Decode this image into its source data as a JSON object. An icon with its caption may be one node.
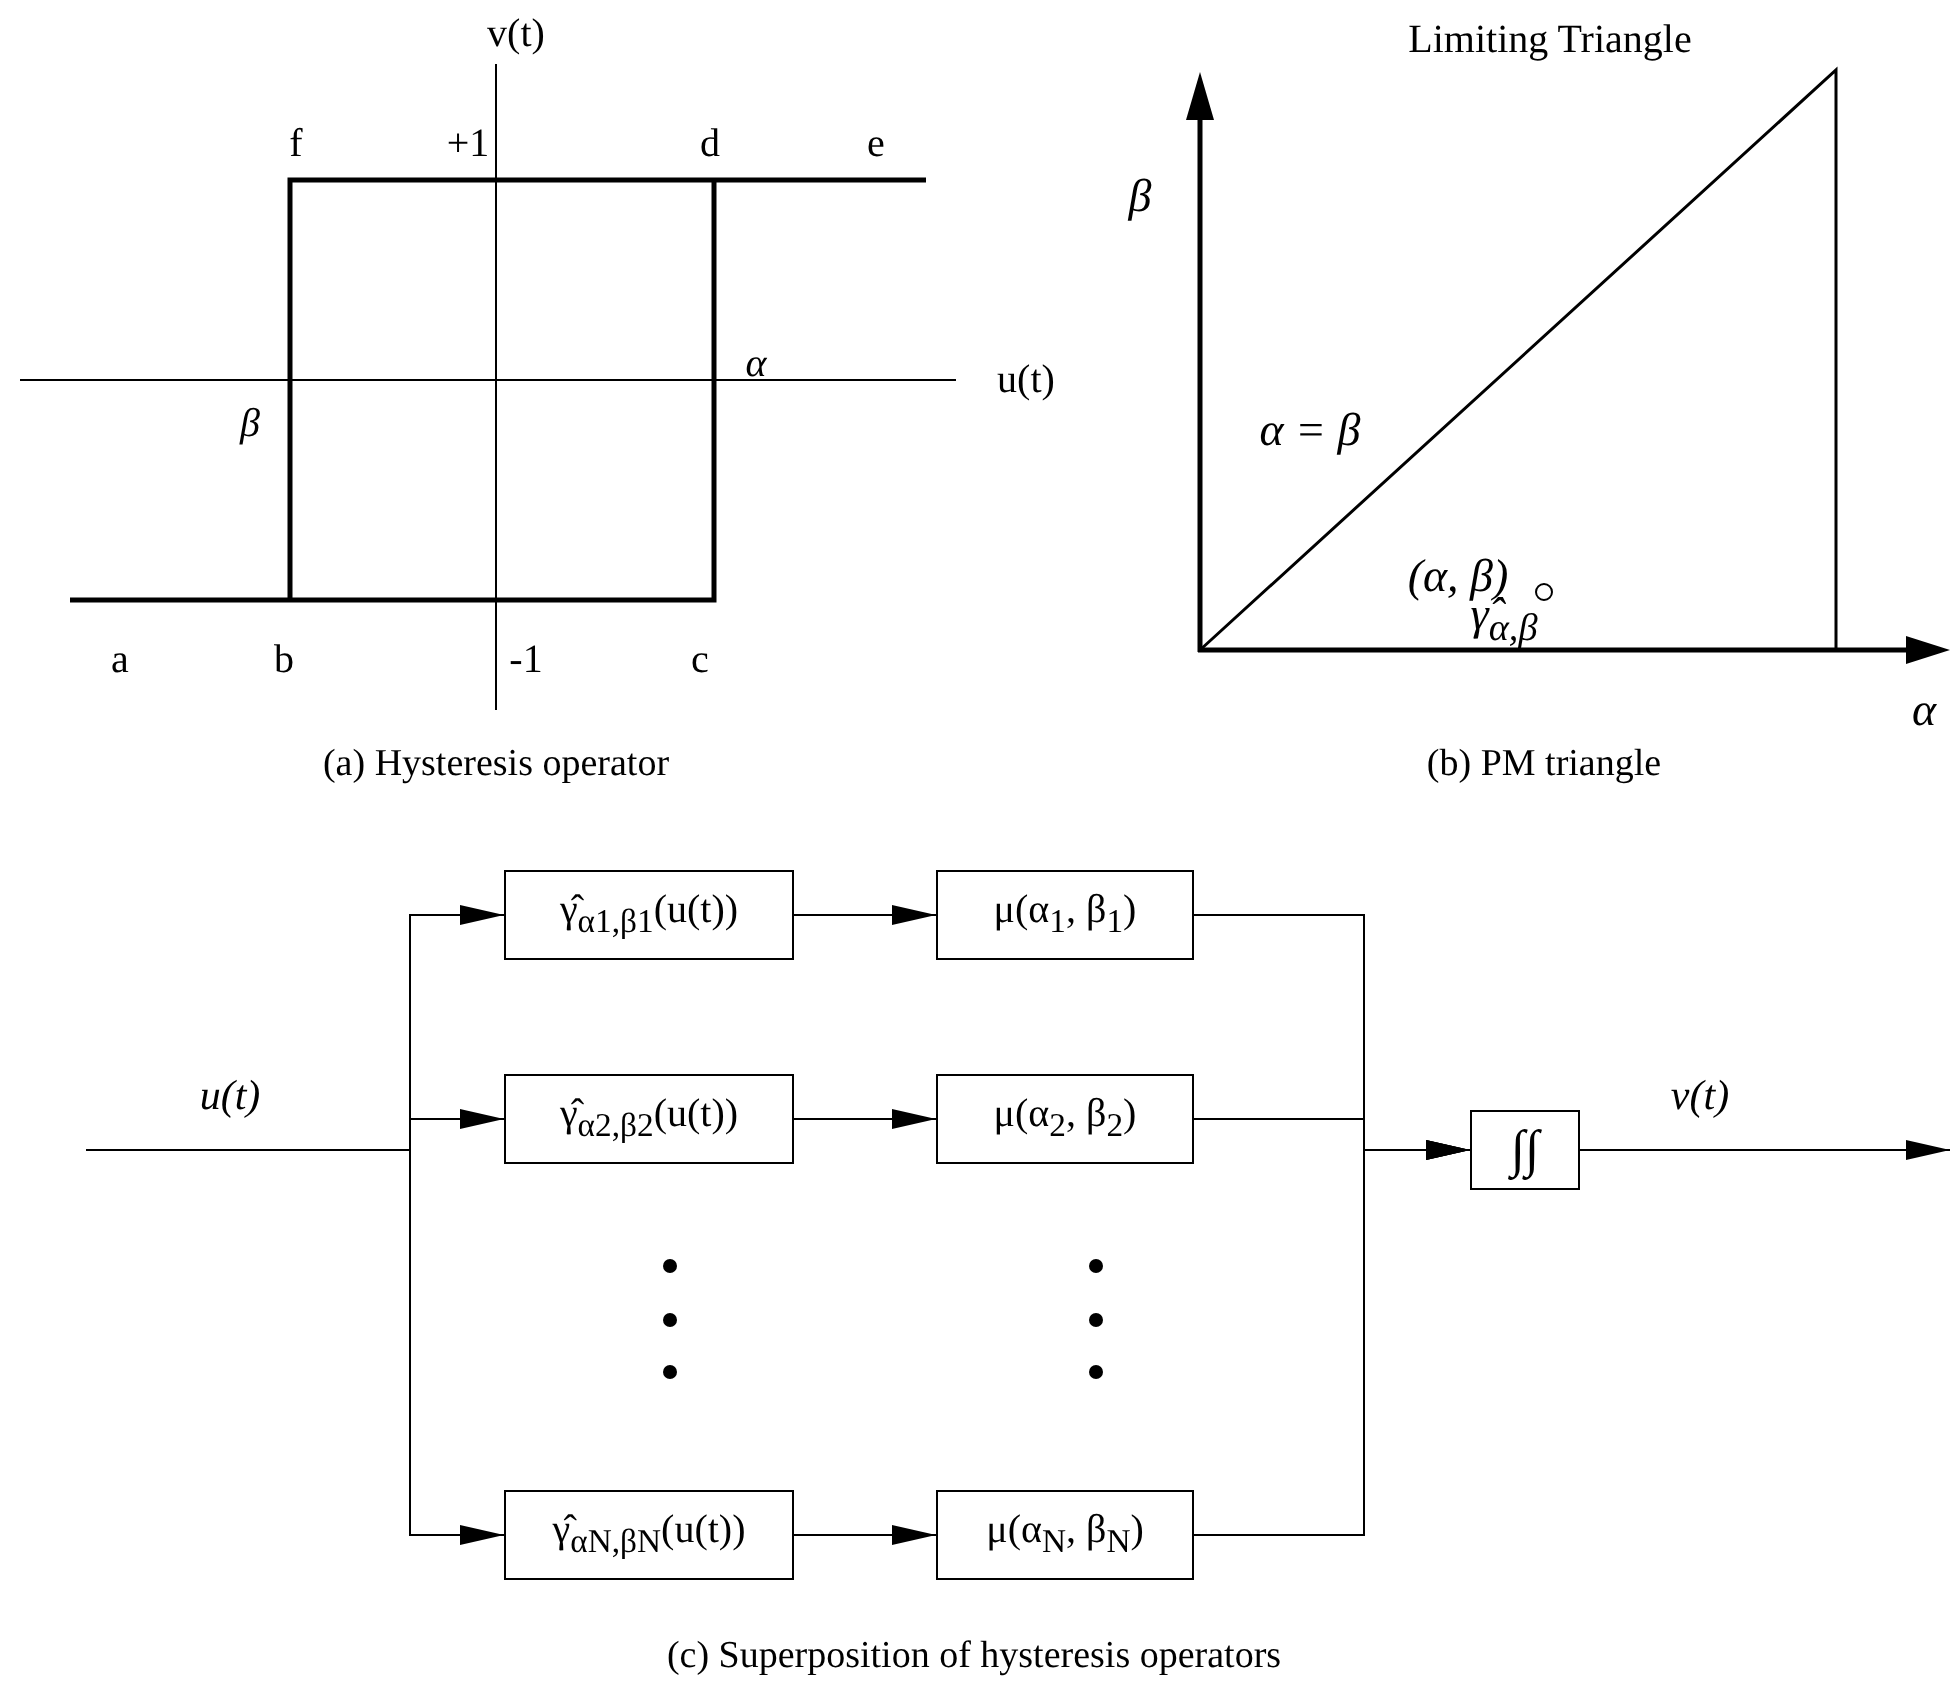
{
  "diagram": {
    "nodes": [
      {
        "text": [
          "γ̂$_{α1,β1}$(u(t))"
        ]
      },
      {
        "text": [
          "μ(α$_{1}$, β$_{1}$)"
        ]
      },
      {
        "text": [
          "γ̂$_{α2,β2}$(u(t))"
        ]
      },
      {
        "text": [
          "μ(α$_{2}$, β$_{2}$)"
        ]
      },
      {
        "text": [
          "γ̂$_{αN,βN}$(u(t))"
        ]
      },
      {
        "text": [
          "μ(α$_{N}$, β$_{N}$)"
        ]
      },
      {
        "text": [
          "∫∫"
        ]
      }
    ],
    "edges": [
      {
        "from": null,
        "to": 0,
        "arrow": "to"
      },
      {
        "from": null,
        "to": 2,
        "arrow": "to",
        "label": "u(t)"
      },
      {
        "from": null,
        "to": 4,
        "arrow": "to"
      },
      {
        "from": 0,
        "to": 1,
        "arrow": "to"
      },
      {
        "from": 2,
        "to": 3,
        "arrow": "to"
      },
      {
        "from": 4,
        "to": 5,
        "arrow": "to"
      },
      {
        "from": 1,
        "to": 6,
        "arrow": "to"
      },
      {
        "from": 3,
        "to": 6,
        "arrow": "to"
      },
      {
        "from": 5,
        "to": 6,
        "arrow": "to"
      },
      {
        "from": 6,
        "to": null,
        "arrow": "to",
        "label": "v(t)"
      }
    ],
    "labels": [
      "v(t)",
      "f",
      "+1",
      "d",
      "e",
      "α",
      "u(t)",
      "β",
      "a",
      "b",
      "-1",
      "c",
      "(a) Hysteresis operator",
      "Limiting Triangle",
      "β",
      "α = β",
      "(α, β)",
      "γ̂$_{α,β}$",
      "α",
      "(b) PM triangle",
      "(c) Superposition of hysteresis operators"
    ]
  }
}
